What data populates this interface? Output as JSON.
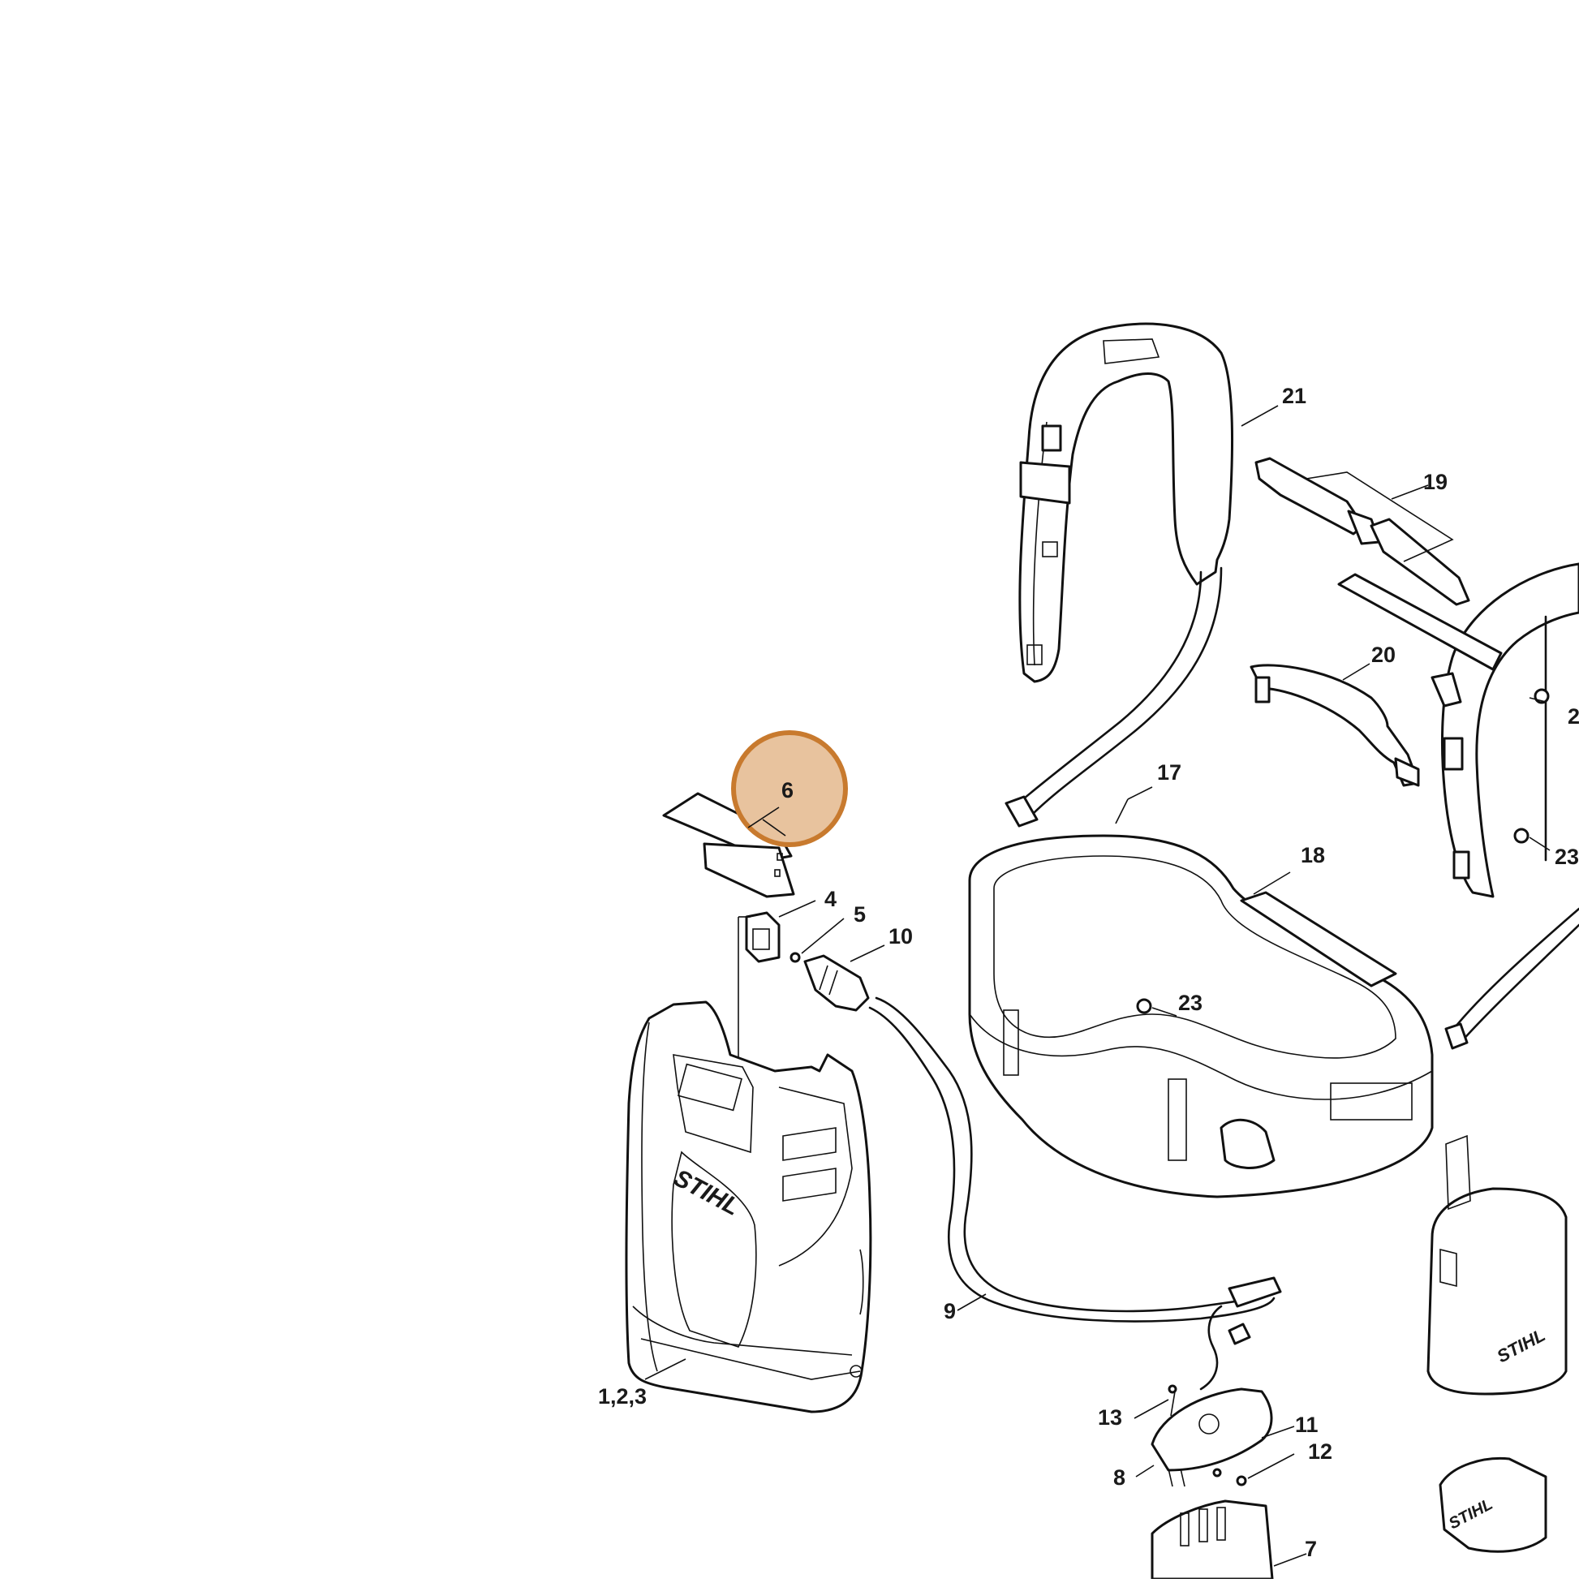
{
  "labels": {
    "p1": "1,2,3",
    "p4": "4",
    "p5": "5",
    "p6": "6",
    "p7": "7",
    "p8": "8",
    "p9": "9",
    "p10": "10",
    "p11": "11",
    "p12": "12",
    "p13": "13",
    "p17": "17",
    "p18": "18",
    "p19": "19",
    "p20": "20",
    "p21": "21",
    "p23a": "23",
    "p23b": "23",
    "p2x": "2",
    "logo": "STIHL"
  },
  "highlight": {
    "part": "6",
    "fill": "#e8c39e",
    "stroke": "#c87a2e"
  }
}
